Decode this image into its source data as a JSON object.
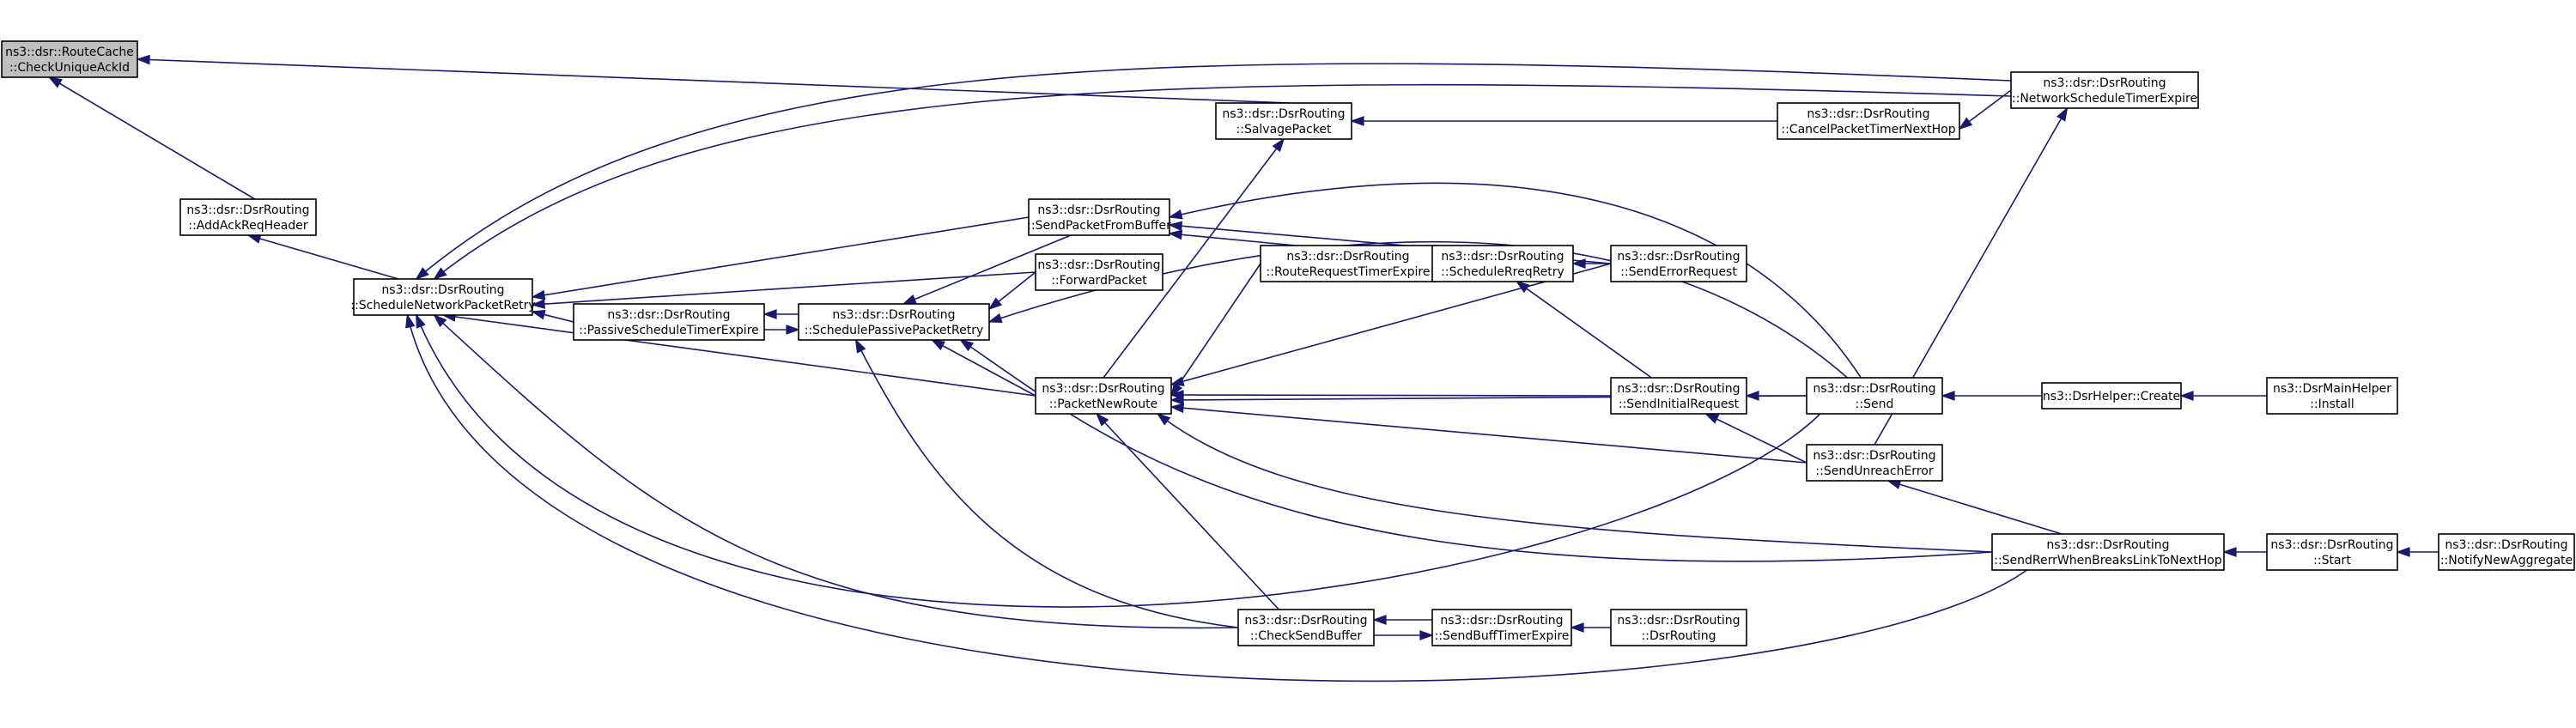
{
  "graph": {
    "title": "",
    "edge_color": "#191970",
    "root_fill": "#bfbfbf",
    "nodes": [
      {
        "id": "n_checkunique",
        "line1": "ns3::dsr::RouteCache",
        "line2": "::CheckUniqueAckId",
        "root": true
      },
      {
        "id": "n_addack",
        "line1": "ns3::dsr::DsrRouting",
        "line2": "::AddAckReqHeader"
      },
      {
        "id": "n_schednet",
        "line1": "ns3::dsr::DsrRouting",
        "line2": "::ScheduleNetworkPacketRetry"
      },
      {
        "id": "n_passivesched",
        "line1": "ns3::dsr::DsrRouting",
        "line2": "::PassiveScheduleTimerExpire"
      },
      {
        "id": "n_schedpassive",
        "line1": "ns3::dsr::DsrRouting",
        "line2": "::SchedulePassivePacketRetry"
      },
      {
        "id": "n_sendfrombuf",
        "line1": "ns3::dsr::DsrRouting",
        "line2": "::SendPacketFromBuffer"
      },
      {
        "id": "n_forward",
        "line1": "ns3::dsr::DsrRouting",
        "line2": "::ForwardPacket"
      },
      {
        "id": "n_salvage",
        "line1": "ns3::dsr::DsrRouting",
        "line2": "::SalvagePacket"
      },
      {
        "id": "n_routereq",
        "line1": "ns3::dsr::DsrRouting",
        "line2": "::RouteRequestTimerExpire"
      },
      {
        "id": "n_packetnew",
        "line1": "ns3::dsr::DsrRouting",
        "line2": "::PacketNewRoute"
      },
      {
        "id": "n_checksend",
        "line1": "ns3::dsr::DsrRouting",
        "line2": "::CheckSendBuffer"
      },
      {
        "id": "n_cancel",
        "line1": "ns3::dsr::DsrRouting",
        "line2": "::CancelPacketTimerNextHop"
      },
      {
        "id": "n_netsched",
        "line1": "ns3::dsr::DsrRouting",
        "line2": "::NetworkScheduleTimerExpire"
      },
      {
        "id": "n_schedreq",
        "line1": "ns3::dsr::DsrRouting",
        "line2": "::ScheduleRreqRetry"
      },
      {
        "id": "n_senderr",
        "line1": "ns3::dsr::DsrRouting",
        "line2": "::SendErrorRequest"
      },
      {
        "id": "n_sendinit",
        "line1": "ns3::dsr::DsrRouting",
        "line2": "::SendInitialRequest"
      },
      {
        "id": "n_send",
        "line1": "ns3::dsr::DsrRouting",
        "line2": "::Send"
      },
      {
        "id": "n_unreach",
        "line1": "ns3::dsr::DsrRouting",
        "line2": "::SendUnreachError"
      },
      {
        "id": "n_sendbuf",
        "line1": "ns3::dsr::DsrRouting",
        "line2": "::SendBuffTimerExpire"
      },
      {
        "id": "n_dsrrouting",
        "line1": "ns3::dsr::DsrRouting",
        "line2": "::DsrRouting"
      },
      {
        "id": "n_sendrerr",
        "line1": "ns3::dsr::DsrRouting",
        "line2": "::SendRerrWhenBreaksLinkToNextHop"
      },
      {
        "id": "n_helpercreate",
        "line1": "ns3::DsrHelper::Create",
        "line2": ""
      },
      {
        "id": "n_mainhelper",
        "line1": "ns3::DsrMainHelper",
        "line2": "::Install"
      },
      {
        "id": "n_start",
        "line1": "ns3::dsr::DsrRouting",
        "line2": "::Start"
      },
      {
        "id": "n_notify",
        "line1": "ns3::dsr::DsrRouting",
        "line2": "::NotifyNewAggregate"
      }
    ]
  }
}
